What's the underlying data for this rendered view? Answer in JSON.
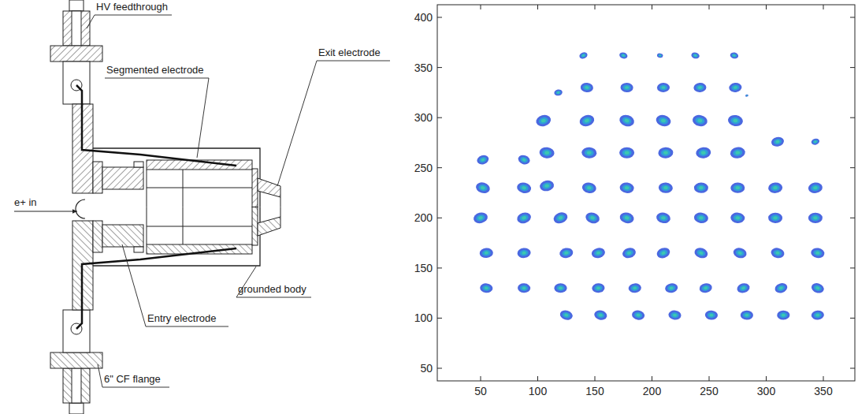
{
  "diagram": {
    "labels": [
      "HV feedthrough",
      "Segmented electrode",
      "Exit electrode",
      "e+ in",
      "grounded body",
      "Entry electrode",
      "6\" CF flange",
      "400",
      "350",
      "300",
      "250",
      "200",
      "150",
      "100",
      "50",
      "50",
      "100",
      "150",
      "200",
      "250",
      "300",
      "350"
    ]
  }
}
